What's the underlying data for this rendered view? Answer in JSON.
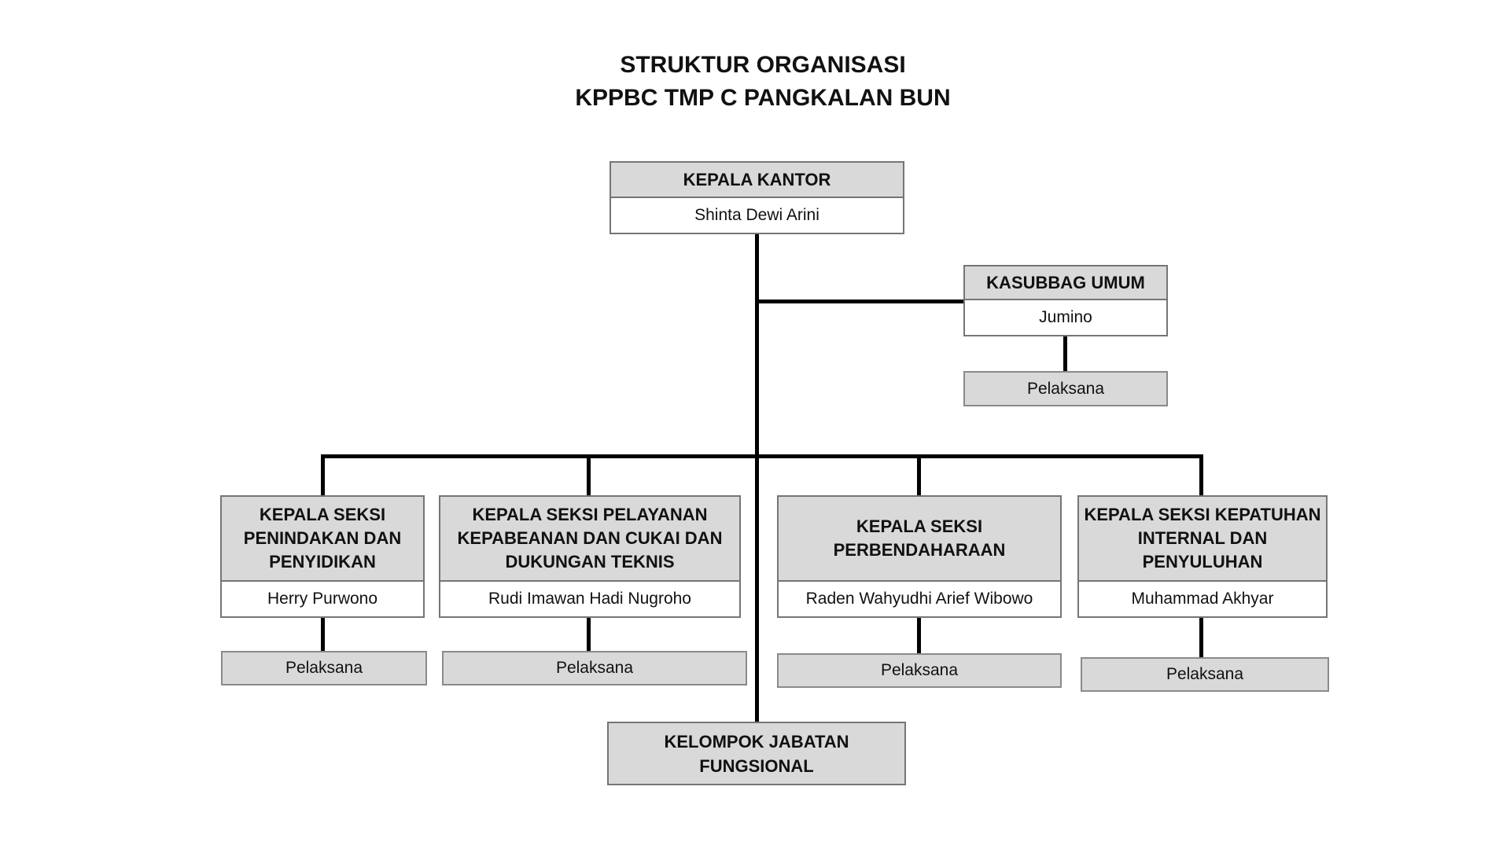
{
  "title": {
    "line1": "STRUKTUR ORGANISASI",
    "line2": "KPPBC TMP C PANGKALAN BUN"
  },
  "colors": {
    "box_header_fill": "#d9d9d9",
    "box_body_fill": "#ffffff",
    "box_border": "#757575",
    "connector_line": "#000000",
    "text": "#111111",
    "background": "#ffffff"
  },
  "nodes": {
    "kepala_kantor": {
      "title": "KEPALA KANTOR",
      "name": "Shinta Dewi Arini"
    },
    "kasubbag_umum": {
      "title": "KASUBBAG UMUM",
      "name": "Jumino",
      "staff": "Pelaksana"
    },
    "seksi": [
      {
        "title": "KEPALA SEKSI PENINDAKAN DAN PENYIDIKAN",
        "name": "Herry Purwono",
        "staff": "Pelaksana"
      },
      {
        "title": "KEPALA SEKSI PELAYANAN KEPABEANAN DAN CUKAI DAN DUKUNGAN TEKNIS",
        "name": "Rudi Imawan Hadi Nugroho",
        "staff": "Pelaksana"
      },
      {
        "title": "KEPALA SEKSI PERBENDAHARAAN",
        "name": "Raden Wahyudhi Arief Wibowo",
        "staff": "Pelaksana"
      },
      {
        "title": "KEPALA SEKSI KEPATUHAN INTERNAL DAN PENYULUHAN",
        "name": "Muhammad Akhyar",
        "staff": "Pelaksana"
      }
    ],
    "kelompok_jabatan_fungsional": {
      "title": "KELOMPOK JABATAN FUNGSIONAL"
    }
  }
}
